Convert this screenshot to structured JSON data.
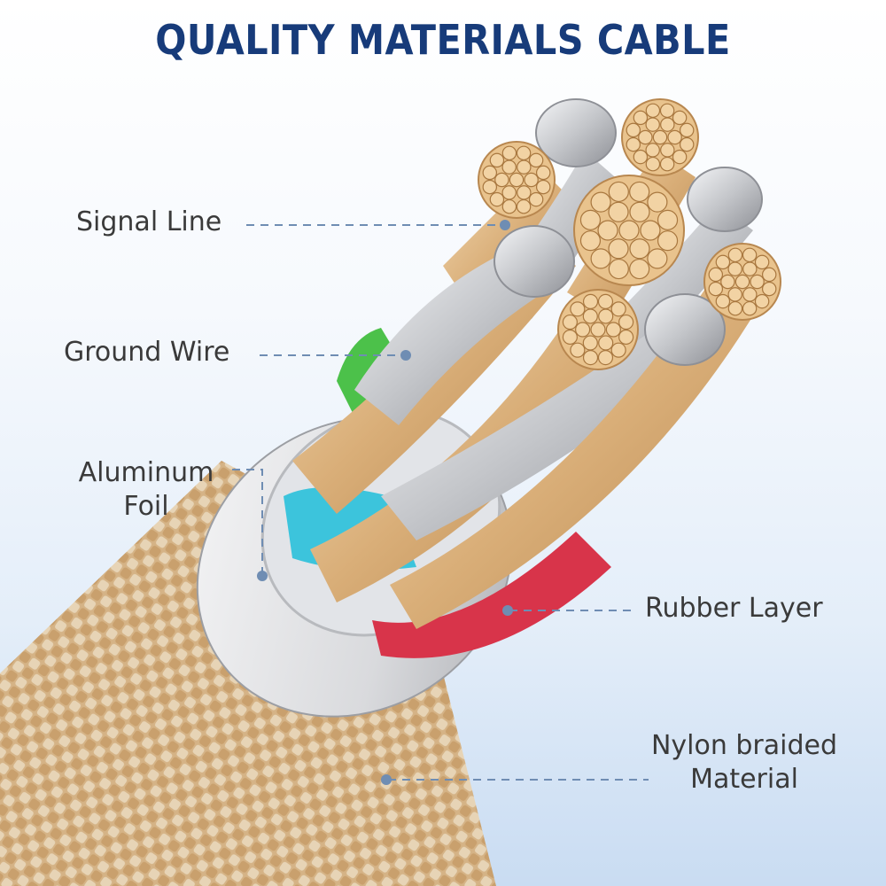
{
  "title": "QUALITY MATERIALS CABLE",
  "labels": {
    "signal_line": "Signal Line",
    "ground_wire": "Ground Wire",
    "aluminum_foil_line1": "Aluminum",
    "aluminum_foil_line2": "Foil",
    "rubber_layer": "Rubber Layer",
    "nylon_line1": "Nylon braided",
    "nylon_line2": "Material"
  },
  "colors": {
    "title": "#173b7a",
    "leader": "#6f8db3",
    "copper": "#e9c38d",
    "silver": "#c9cbcf",
    "ground_green": "#4cc14a",
    "inner_cyan": "#3cc4dc",
    "rubber_red": "#d8344a",
    "braid": "#e8c79b"
  }
}
